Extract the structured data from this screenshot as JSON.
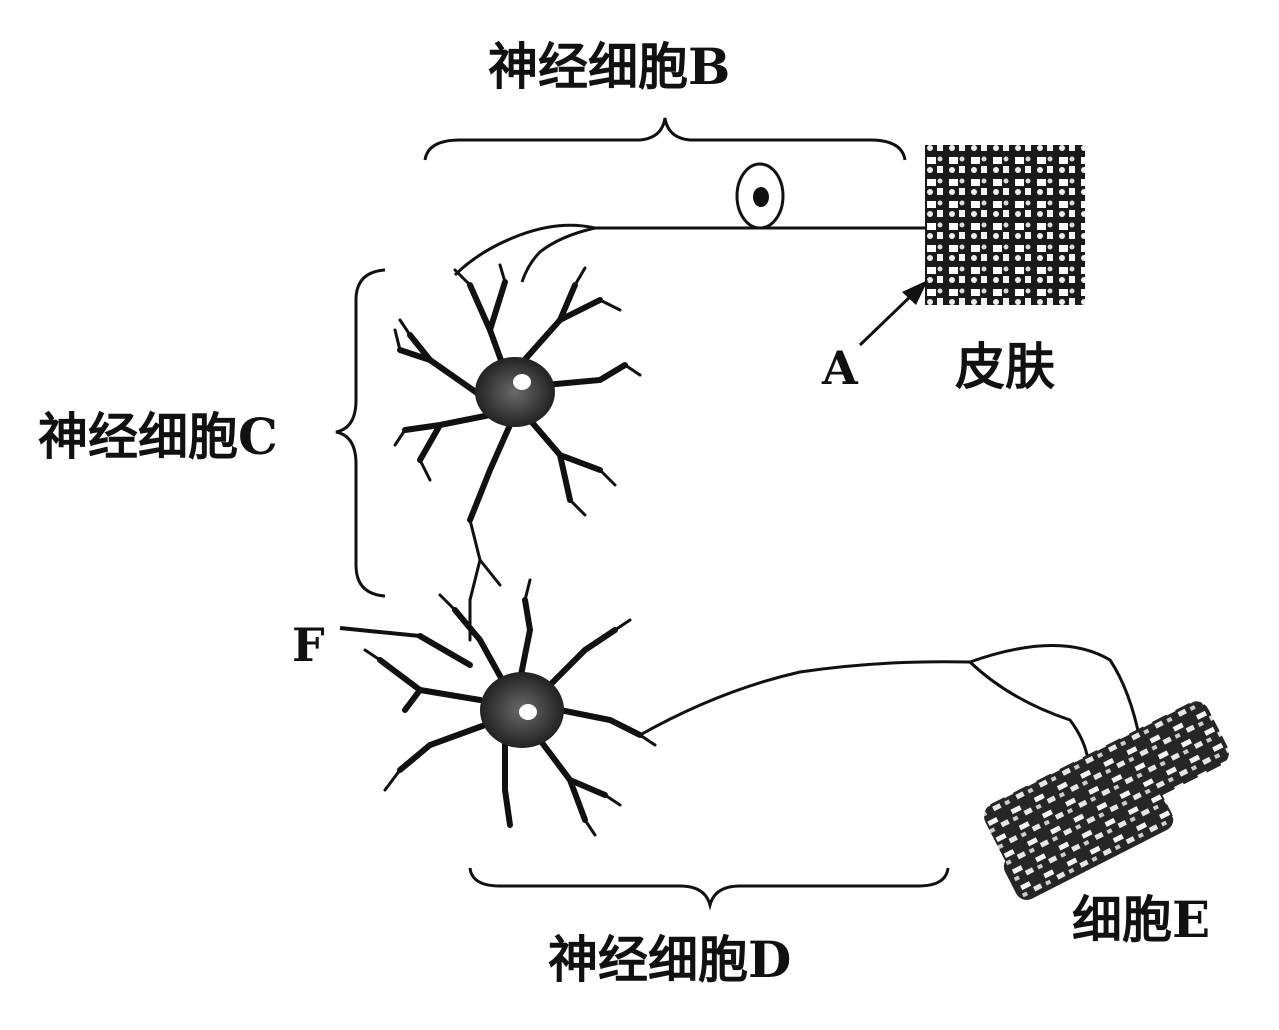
{
  "labels": {
    "neuron_b": "神经细胞B",
    "neuron_c": "神经细胞C",
    "neuron_d": "神经细胞D",
    "cell_e": "细胞E",
    "skin": "皮肤",
    "a": "A",
    "f": "F"
  },
  "colors": {
    "ink": "#111111",
    "background": "#ffffff"
  }
}
